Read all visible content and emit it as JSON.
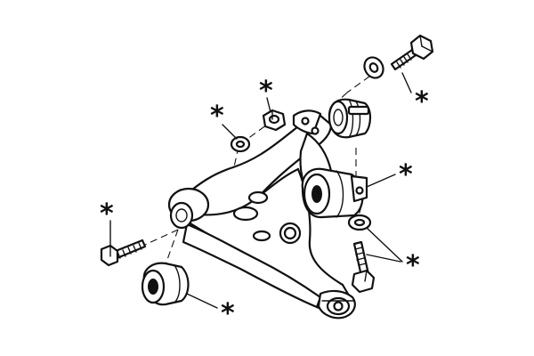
{
  "diagram": {
    "marker_symbol": "*",
    "markers": [
      {
        "name": "marker-upper-washer"
      },
      {
        "name": "marker-nut"
      },
      {
        "name": "marker-rear-bolt"
      },
      {
        "name": "marker-rear-bushing"
      },
      {
        "name": "marker-front-bolt"
      },
      {
        "name": "marker-lower-bolt"
      },
      {
        "name": "marker-front-bushing"
      }
    ]
  }
}
